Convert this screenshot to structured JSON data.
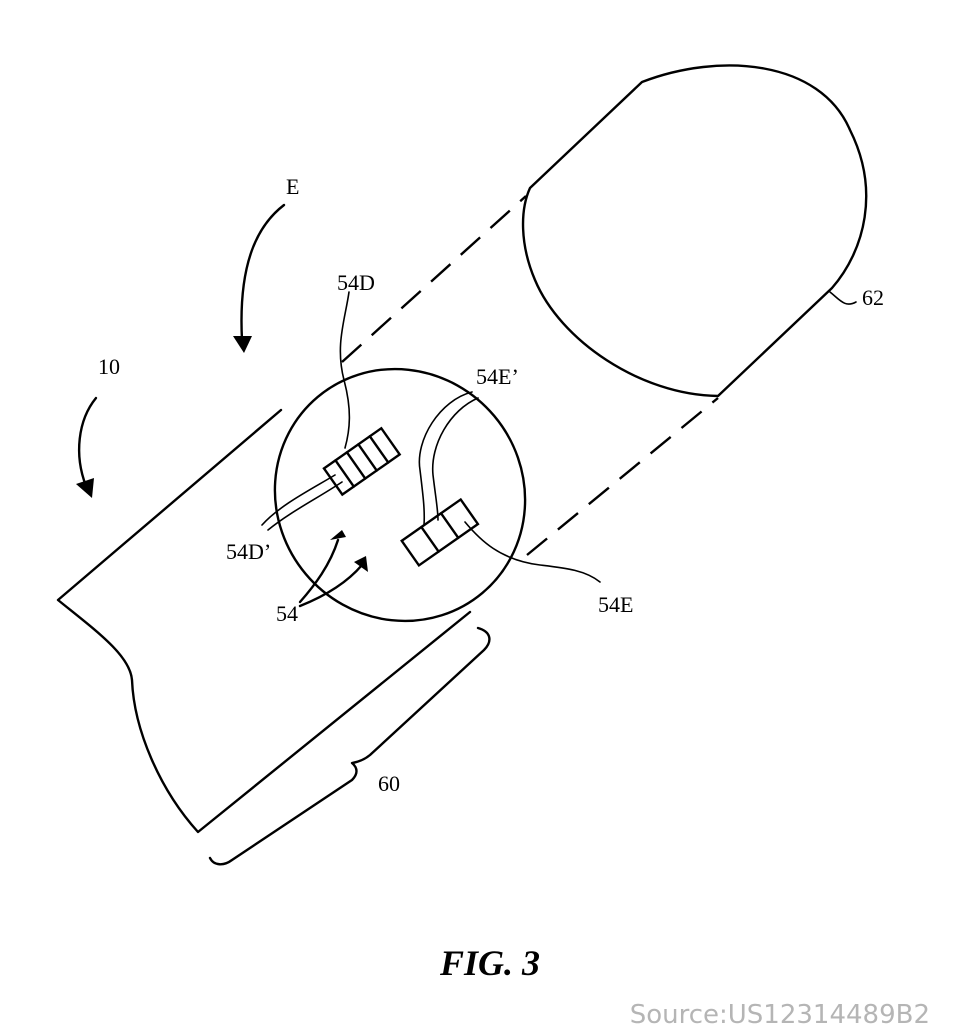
{
  "figure": {
    "caption": "FIG. 3",
    "labels": {
      "device": "10",
      "detail": "E",
      "contact_d": "54D",
      "contact_d_wire": "54D’",
      "contact_e_wire": "54E’",
      "contact_e": "54E",
      "contacts": "54",
      "region": "60",
      "cap": "62"
    }
  },
  "source": {
    "text": "Source:US12314489B2"
  }
}
